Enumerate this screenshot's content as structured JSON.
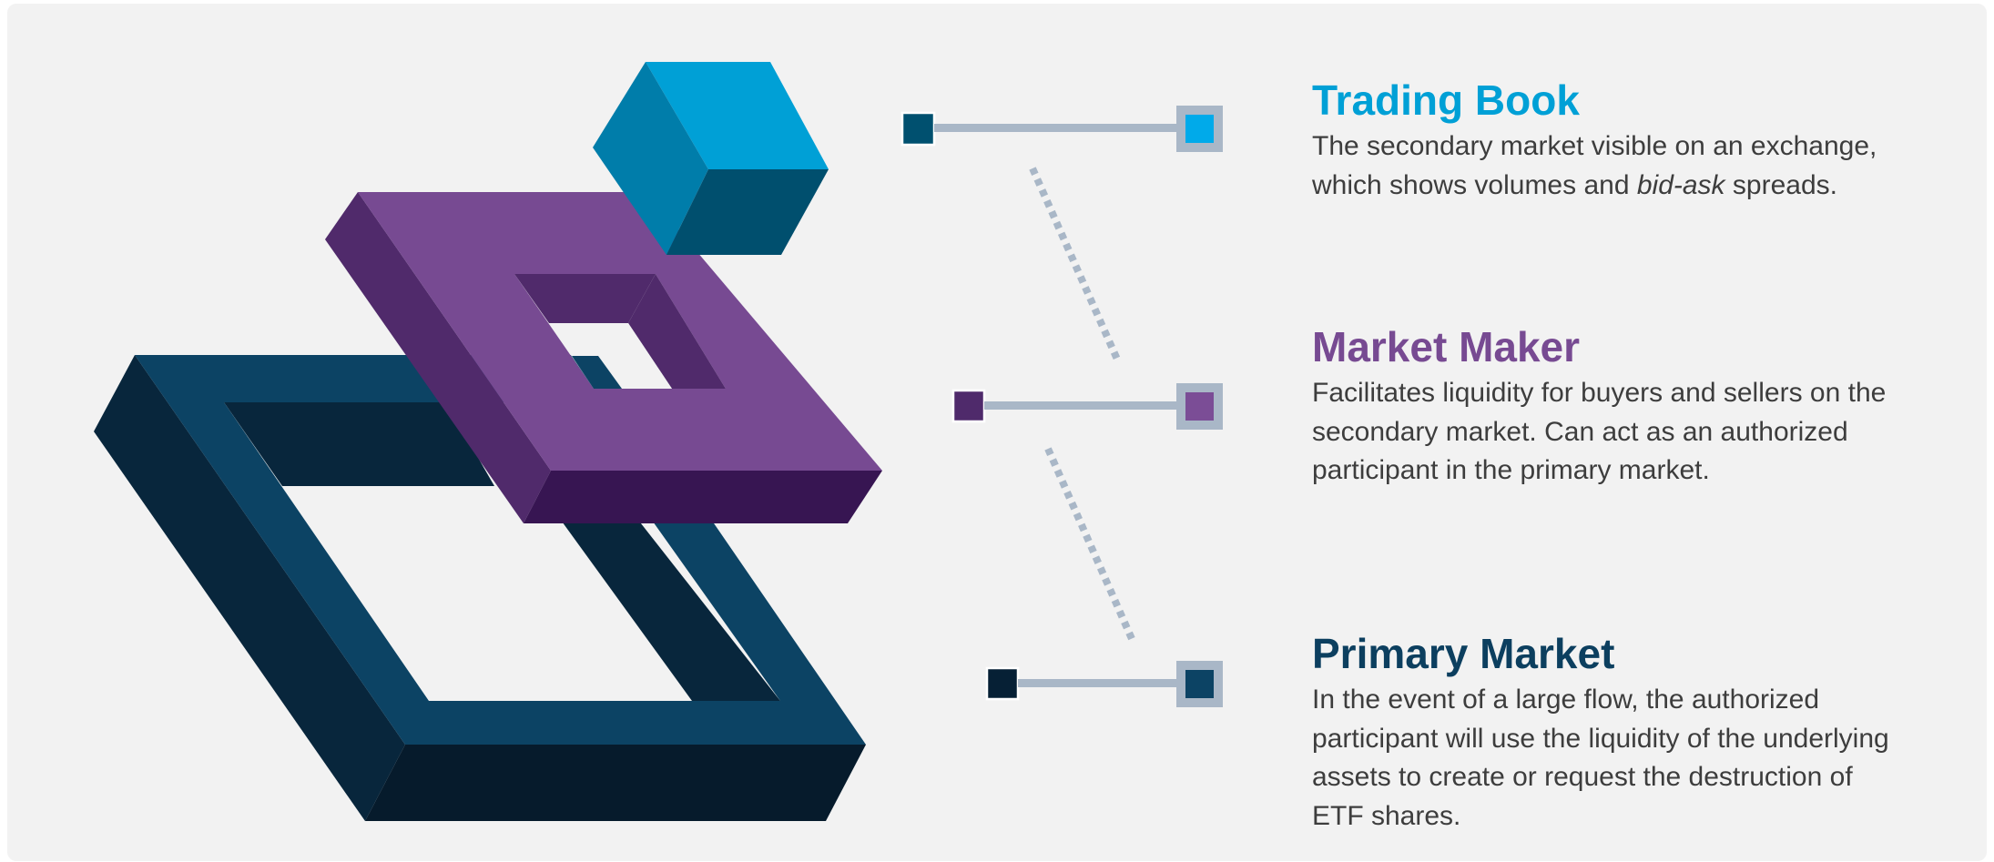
{
  "colors": {
    "background": "#f2f2f2",
    "trading_book": "#00a0d6",
    "market_maker": "#774a92",
    "primary_market": "#0c3f5f",
    "connector": "#a9b7c7"
  },
  "layers": [
    {
      "id": "trading_book",
      "title": "Trading Book",
      "description_parts": [
        "The secondary market visible on an exchange, which shows volumes and ",
        "bid-ask",
        " spreads."
      ]
    },
    {
      "id": "market_maker",
      "title": "Market Maker",
      "description": "Facilitates liquidity for buyers and sellers on the secondary market. Can act as an authorized participant in the primary market."
    },
    {
      "id": "primary_market",
      "title": "Primary Market",
      "description": "In the event of a large flow, the authorized participant will use the liquidity of the underlying assets to create or request the destruction of ETF shares."
    }
  ]
}
